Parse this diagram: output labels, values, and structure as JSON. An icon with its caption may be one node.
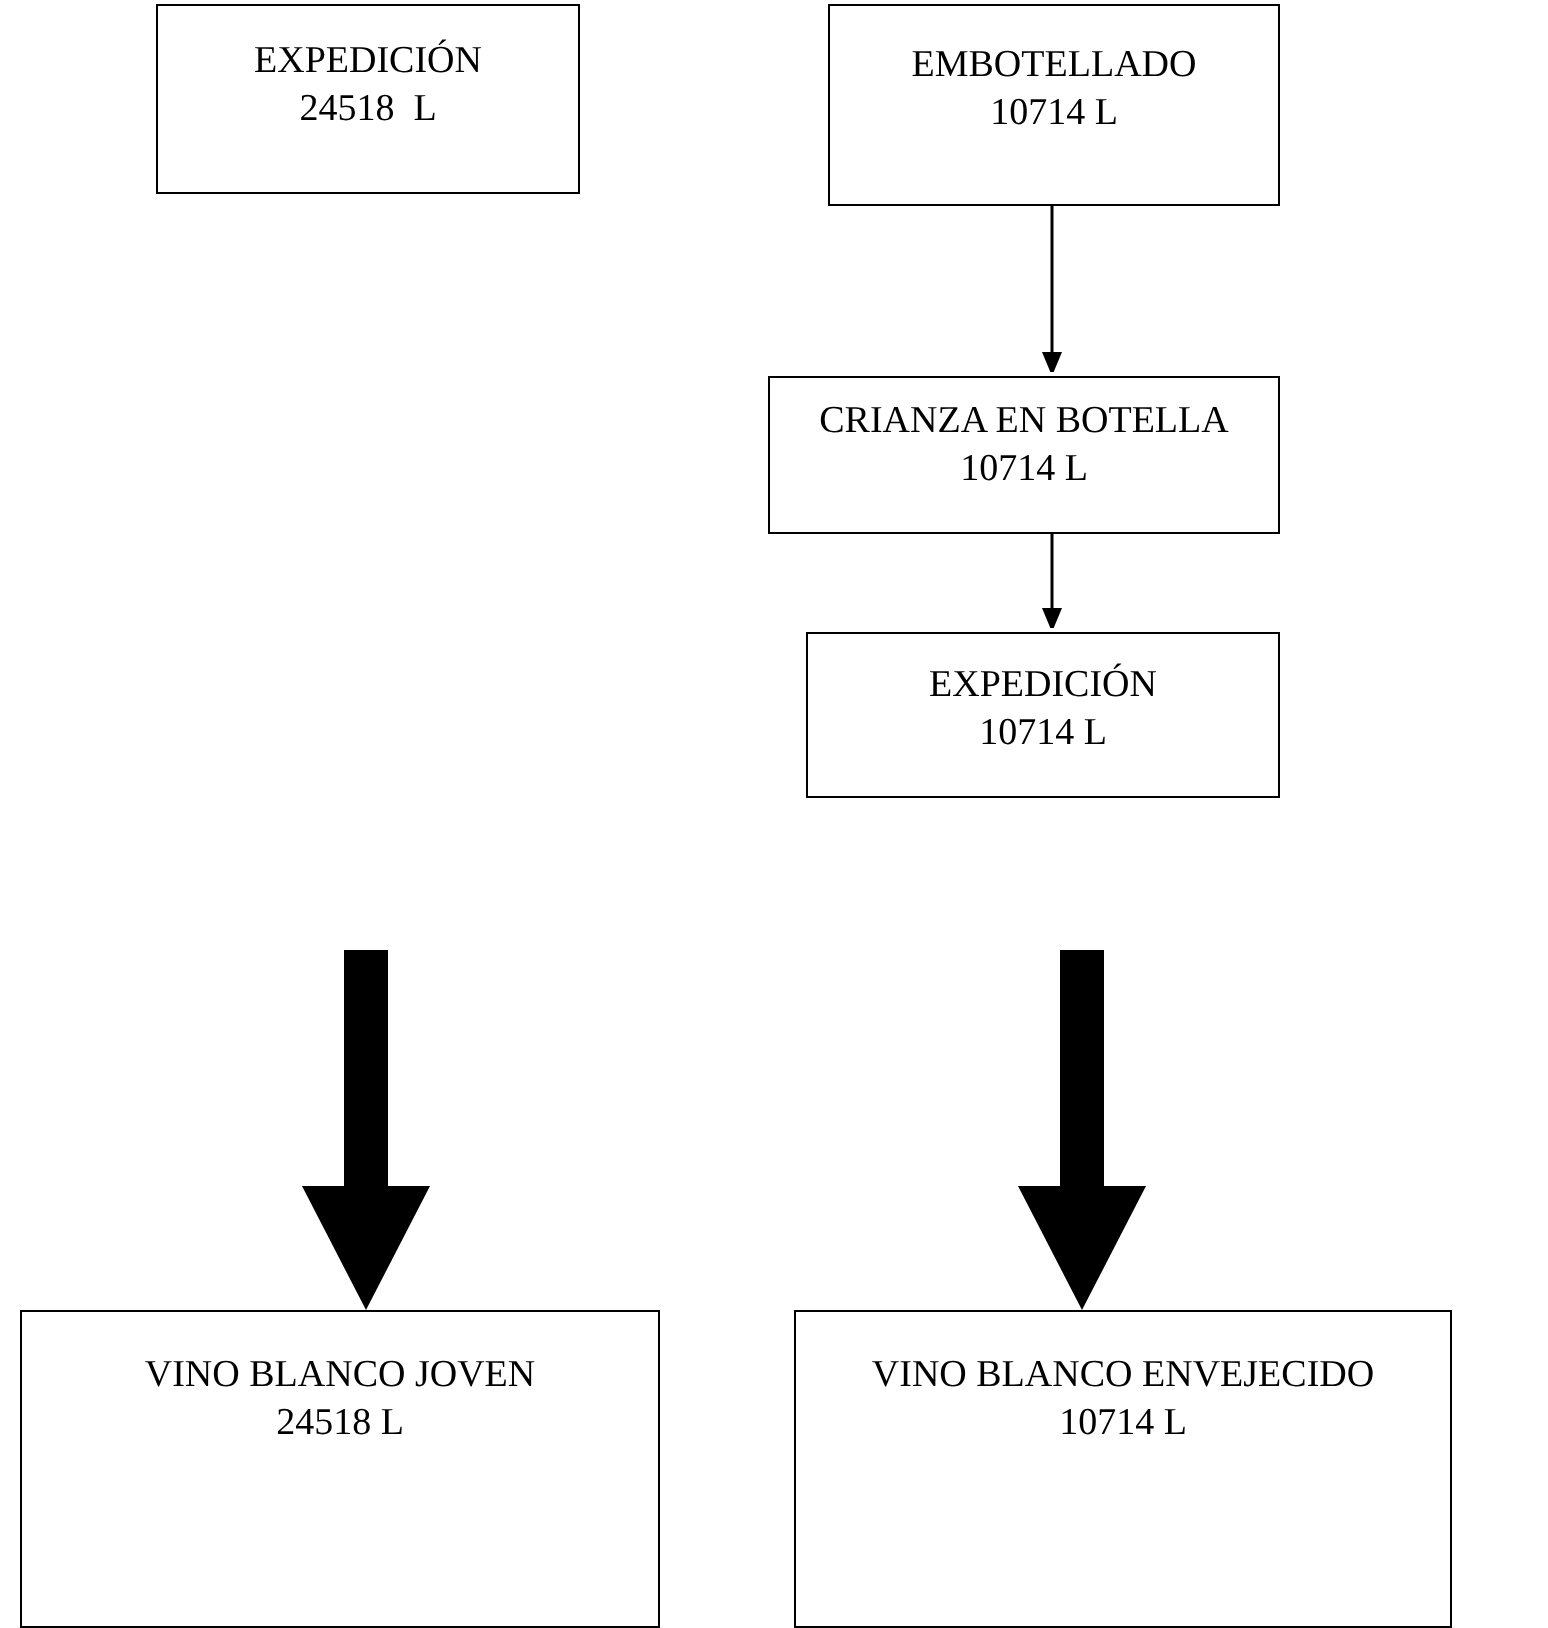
{
  "diagram": {
    "nodes": [
      {
        "text": [
          "EXPEDICIÓN",
          "24518  L"
        ]
      },
      {
        "text": [
          "EMBOTELLADO",
          "10714 L"
        ]
      },
      {
        "text": [
          "CRIANZA EN BOTELLA",
          "10714 L"
        ]
      },
      {
        "text": [
          "EXPEDICIÓN",
          "10714 L"
        ]
      },
      {
        "text": [
          "VINO BLANCO JOVEN",
          "24518 L"
        ]
      },
      {
        "text": [
          "VINO BLANCO ENVEJECIDO",
          "10714 L"
        ]
      }
    ],
    "edges": [
      {
        "from": 1,
        "to": 2,
        "arrow": "to"
      },
      {
        "from": 2,
        "to": 3,
        "arrow": "to"
      },
      {
        "from": null,
        "to": 4,
        "arrow": "to",
        "style": "thick"
      },
      {
        "from": null,
        "to": 5,
        "arrow": "to",
        "style": "thick"
      }
    ]
  }
}
